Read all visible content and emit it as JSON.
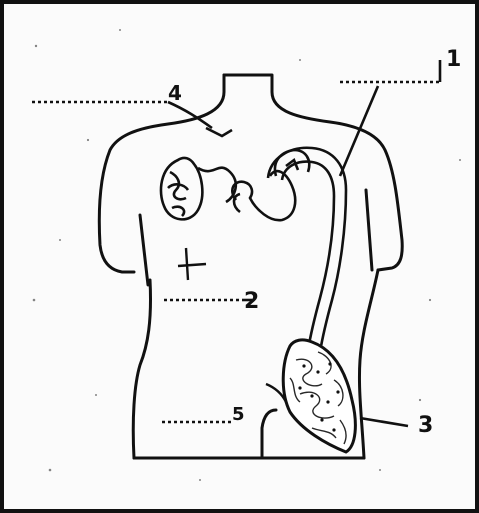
{
  "diagram": {
    "labels": [
      {
        "id": "label-1",
        "text": "1"
      },
      {
        "id": "label-2",
        "text": "2"
      },
      {
        "id": "label-3",
        "text": "3"
      },
      {
        "id": "label-4",
        "text": "4"
      },
      {
        "id": "label-5",
        "text": "5"
      }
    ]
  },
  "colors": {
    "ink": "#111111",
    "background": "#fbfbfb"
  }
}
